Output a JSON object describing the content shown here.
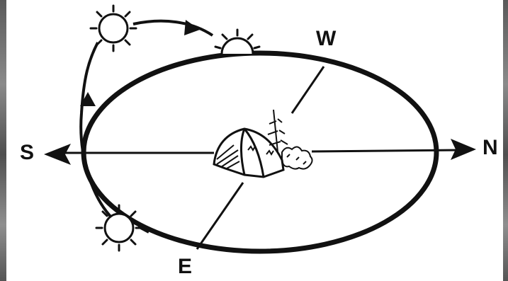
{
  "labels": {
    "south": "S",
    "north": "N",
    "west": "W",
    "east": "E"
  },
  "colors": {
    "ink": "#111111",
    "background": "#ffffff",
    "frame": "#6e6e6e"
  },
  "icons": [
    "tent-icon",
    "tree-icon",
    "sun-icon",
    "arrow-head-icon"
  ]
}
